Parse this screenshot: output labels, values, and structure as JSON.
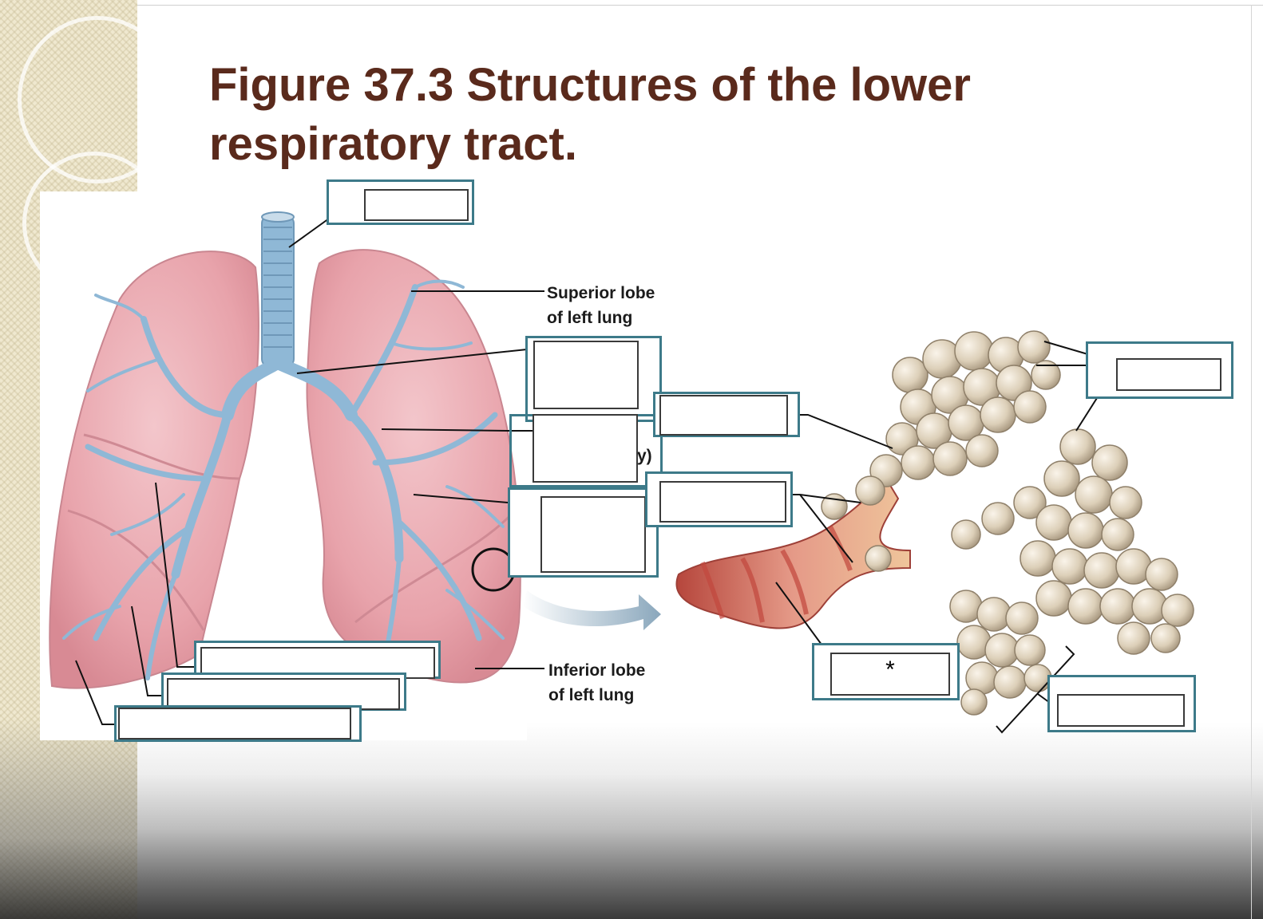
{
  "title": {
    "line1": "Figure 37.3 Structures of the lower",
    "line2": "respiratory tract."
  },
  "annotations": {
    "superior_lobe_line1": "Superior lobe",
    "superior_lobe_line2": "of left lung",
    "inferior_lobe_line1": "Inferior lobe",
    "inferior_lobe_line2": "of left lung",
    "peek_y": "y)"
  },
  "label_boxes": {
    "trachea": "",
    "upper_left": "",
    "upper_right": "",
    "middle_left": "",
    "middle_right": "",
    "lower_left": "",
    "alveoli_top": "",
    "bronchiole_marker": "*",
    "alveoli_bottom": "",
    "right_lung_1": "",
    "right_lung_2": "",
    "right_lung_3": ""
  },
  "colors": {
    "title": "#5a2a1c",
    "label_border": "#3d7a89",
    "lung": "#e8a6ad",
    "airway": "#8fb8d6",
    "alveoli": "#e2d6c2",
    "vessel": "#d98078"
  }
}
